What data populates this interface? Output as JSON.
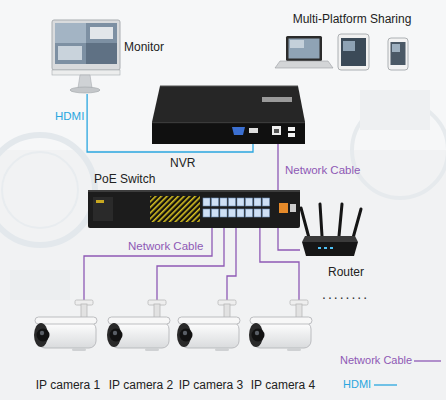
{
  "diagram": {
    "nodes": [
      {
        "text": [
          "Monitor"
        ]
      },
      {
        "text": [
          "Multi-Platform Sharing"
        ]
      },
      {
        "text": [
          "NVR"
        ]
      },
      {
        "text": [
          "PoE Switch"
        ]
      },
      {
        "text": [
          "Router"
        ]
      },
      {
        "text": [
          "IP camera 1"
        ]
      },
      {
        "text": [
          "IP camera 2"
        ]
      },
      {
        "text": [
          "IP camera 3"
        ]
      },
      {
        "text": [
          "IP camera 4"
        ]
      }
    ],
    "edges": [
      {
        "from": 0,
        "to": 2,
        "label": "HDMI",
        "arrow": "none"
      },
      {
        "from": 2,
        "to": 4,
        "label": "Network Cable",
        "arrow": "none"
      },
      {
        "from": 3,
        "to": 5,
        "label": "Network Cable",
        "arrow": "none"
      },
      {
        "from": 3,
        "to": 6,
        "arrow": "none"
      },
      {
        "from": 3,
        "to": 7,
        "arrow": "none"
      },
      {
        "from": 3,
        "to": 8,
        "arrow": "none"
      }
    ],
    "labels": [
      "........"
    ],
    "legend": [
      {
        "text": "Network Cable"
      },
      {
        "text": "HDMI"
      }
    ]
  }
}
